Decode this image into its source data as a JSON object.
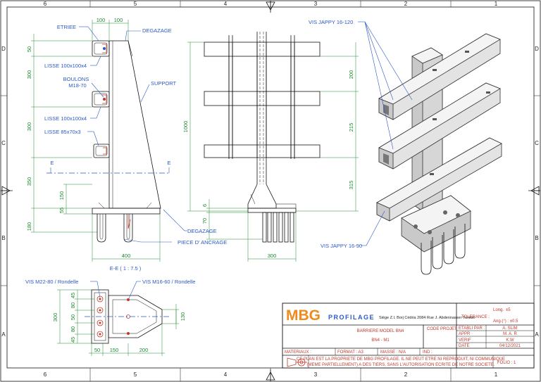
{
  "zones": {
    "top": [
      "6",
      "5",
      "4",
      "3",
      "2",
      "1"
    ],
    "side_left": [
      "D",
      "C",
      "B",
      "A"
    ],
    "side_right": [
      "D",
      "C",
      "B",
      "A"
    ]
  },
  "labels": {
    "etriee": "ETRIEE",
    "degazage_top": "DEGAZAGE",
    "lisse1": "LISSE 100x100x4",
    "boulons": "BOULONS",
    "boulons_size": "M18-70",
    "support": "SUPPORT",
    "lisse2": "LISSE 100x100x4",
    "lisse3": "LISSE 85x70x3",
    "section_e": "E",
    "degazage_bottom": "DEGAZAGE",
    "piece_ancrage": "PIECE D' ANCRAGE",
    "vis_jappy_top": "VIS JAPPY 16-120",
    "vis_jappy_bottom": "VIS JAPPY 16-90",
    "section_title": "E-E ( 1 : 7.5 )",
    "vis_m22": "VIS M22-80 / Rondelle",
    "vis_m16": "VIS M16-60 / Rondelle"
  },
  "dimensions": {
    "side_top_100a": "100",
    "side_top_100b": "100",
    "side_50": "50",
    "side_300a": "300",
    "side_300b": "300",
    "side_350": "350",
    "side_150": "150",
    "side_55": "55",
    "side_180": "180",
    "side_400": "400",
    "front_200": "200",
    "front_1000": "1000",
    "front_215": "215",
    "front_315": "315",
    "front_6": "6",
    "front_70": "70",
    "front_300": "300",
    "plan_300": "300",
    "plan_45a": "45",
    "plan_80a": "80",
    "plan_50": "50",
    "plan_80b": "80",
    "plan_45b": "45",
    "plan_130": "130",
    "plan_b50": "50",
    "plan_b150": "150",
    "plan_b200": "200"
  },
  "title_block": {
    "logo": "MBG",
    "brand": "PROFILAGE",
    "address": "Siège Z.I. Borj Cédria 2084 Rue J. Abdennasser Tunisie",
    "tolerance_label": "TOLERANCE :",
    "long_label": "Long.",
    "long_value": "±5",
    "ang_label": "Ang.(°) : ±0.5",
    "title_line1": "BARRIERE MODEL BN4",
    "title_line2": "BN4 - M1",
    "code_projet": "CODE PROJET",
    "etabli_label": "ETABLI PAR :",
    "etabli_value": "A. SLIM",
    "appr_label": "APPR",
    "appr_value": "M. A. R",
    "verif_label": "VERIF",
    "verif_value": "K.W",
    "date_label": "DATE",
    "date_value": "04/12/2021",
    "materiaux_label": "MATERIAUX :",
    "format_label": "FORMAT : A3",
    "masse_label": "MASSE : N/A",
    "ind_label": "IND :",
    "folio_label": "FOLIO : 1",
    "notice_line1": "CE PLAN EST LA PROPRIETE DE MBG PROFILAGE. IL NE PEUT ETRE NI REPRODUIT, NI COMMUNIQUE",
    "notice_line2": "(MEME PARTIELLEMENT) A DES TIERS, SANS L'AUTORISATION ECRITE DE NOTRE SOCIETE."
  },
  "colors": {
    "dimension": "#1a8a2a",
    "label": "#2a58c8",
    "title_block_accent": "#c0392b",
    "logo_orange": "#f08a1c"
  }
}
